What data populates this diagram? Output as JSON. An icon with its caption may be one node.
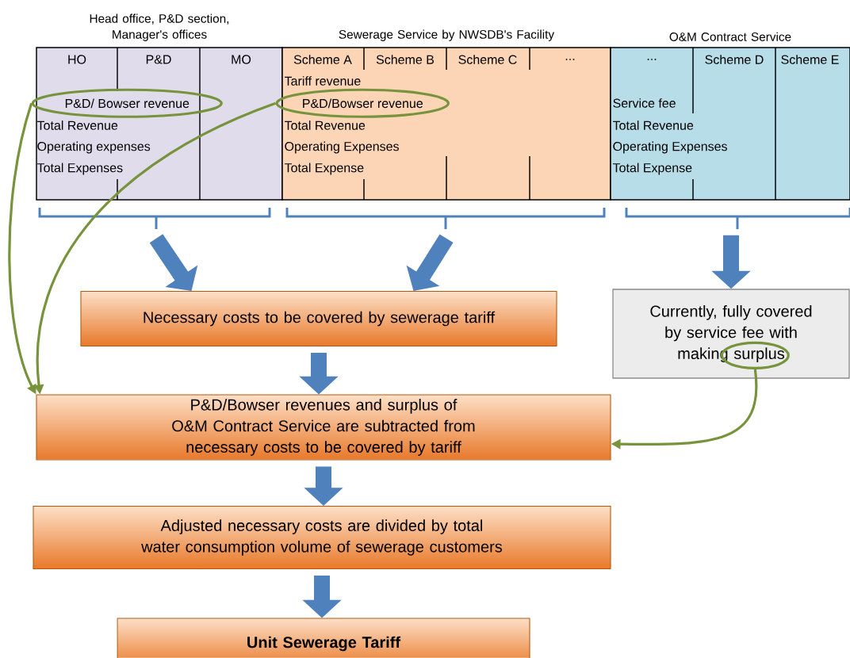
{
  "diagram": {
    "nodes": [
      {
        "text": [
          "Head office, P&D section, Manager's offices"
        ]
      },
      {
        "text": [
          "Sewerage Service by NWSDB's Facility"
        ]
      },
      {
        "text": [
          "O&M Contract Service"
        ]
      },
      {
        "text": [
          "P&D/ Bowser revenue"
        ],
        "in": 0
      },
      {
        "text": [
          "P&D/Bowser revenue"
        ],
        "in": 1
      },
      {
        "text": [
          "Necessary costs to be covered by sewerage tariff"
        ]
      },
      {
        "text": [
          "Currently, fully covered by service fee with making surplus"
        ]
      },
      {
        "text": [
          "P&D/Bowser revenues and surplus of O&M Contract Service are subtracted from necessary costs to be covered by tariff"
        ]
      },
      {
        "text": [
          "Adjusted necessary costs are divided by total water consumption volume of sewerage customers"
        ]
      },
      {
        "text": [
          "Unit Sewerage Tariff"
        ]
      },
      {
        "text": [],
        "shape": "ellipse",
        "in": 6
      }
    ],
    "edges": [
      {
        "from": 0,
        "to": 5,
        "arrow": "to"
      },
      {
        "from": 1,
        "to": 5,
        "arrow": "to"
      },
      {
        "from": 2,
        "to": 6,
        "arrow": "to"
      },
      {
        "from": 5,
        "to": 7,
        "arrow": "to"
      },
      {
        "from": 7,
        "to": 8,
        "arrow": "to"
      },
      {
        "from": 8,
        "to": 9,
        "arrow": "to"
      },
      {
        "from": 3,
        "to": 7,
        "arrow": "to",
        "color": "#77933c"
      },
      {
        "from": 4,
        "to": 7,
        "arrow": "to",
        "color": "#77933c"
      },
      {
        "from": 10,
        "to": 7,
        "arrow": "to",
        "color": "#77933c"
      }
    ],
    "labels": [
      "HO",
      "P&D",
      "MO",
      "Scheme A",
      "Scheme B",
      "Scheme C",
      "...",
      "...",
      "Scheme D",
      "Scheme E",
      "Tariff revenue",
      "Service fee",
      "Total Revenue",
      "Total Revenue",
      "Total Revenue",
      "Operating expenses",
      "Operating Expenses",
      "Operating Expenses",
      "Total Expenses",
      "Total Expense",
      "Total Expense"
    ]
  }
}
